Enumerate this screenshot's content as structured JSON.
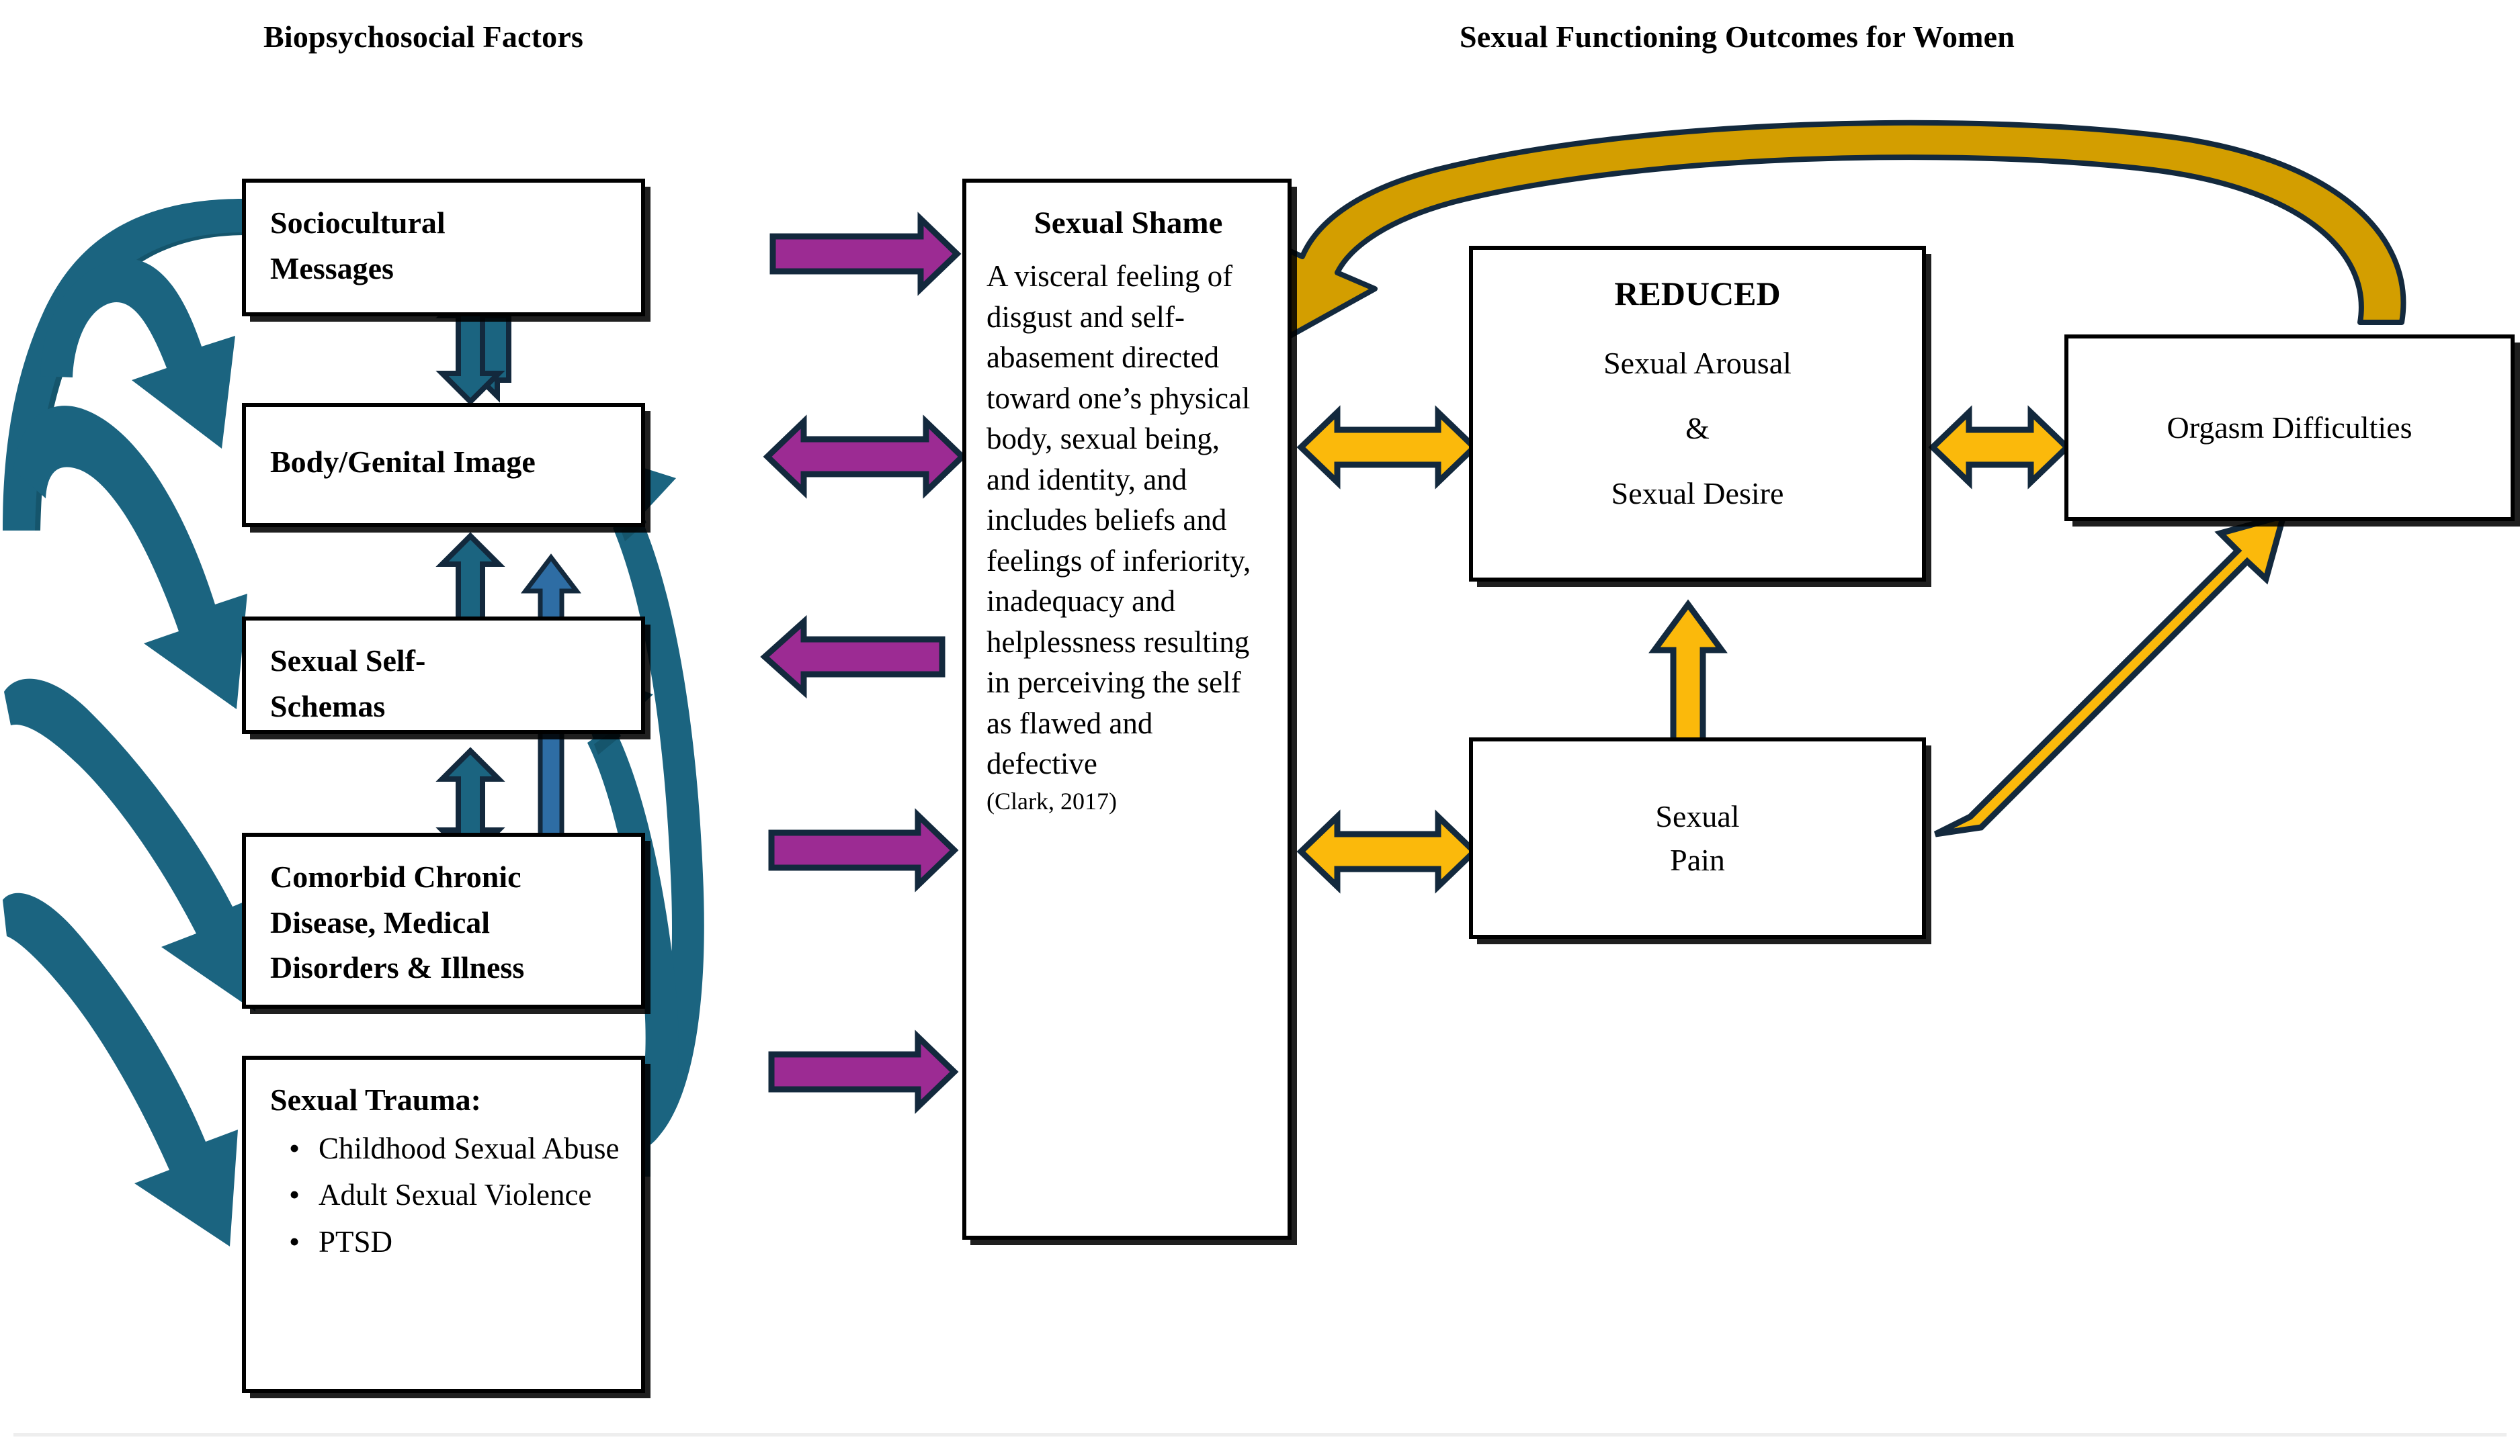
{
  "headings": {
    "left": "Biopsychosocial Factors",
    "right": "Sexual Functioning Outcomes for Women"
  },
  "colors": {
    "teal_arrow": "#1B6480",
    "blue_arrow": "#2E6DA4",
    "purple_arrow": "#9C2B93",
    "yellow_arrow": "#FBB90B",
    "gold_arc": "#D39E00",
    "arrow_outline": "#13293D",
    "box_border": "#000000",
    "divider": "#EEEEEE"
  },
  "left_boxes": [
    {
      "id": "sociocultural",
      "title": "Sociocultural",
      "title2": "Messages"
    },
    {
      "id": "body-image",
      "title": "Body/Genital Image",
      "title2": ""
    },
    {
      "id": "self-schemas",
      "title": "Sexual Self-",
      "title2": "Schemas"
    },
    {
      "id": "comorbid",
      "title": "Comorbid Chronic",
      "title2": "Disease, Medical",
      "title3": "Disorders & Illness"
    },
    {
      "id": "trauma",
      "title": "Sexual Trauma:",
      "bullets": [
        "Childhood Sexual Abuse",
        "Adult Sexual Violence",
        "PTSD"
      ]
    }
  ],
  "center_box": {
    "heading": "Sexual Shame",
    "body": "A visceral feeling of disgust and self-abasement directed toward one’s physical body, sexual being, and identity, and includes beliefs and feelings of inferiority, inadequacy and helplessness resulting in perceiving the self as flawed and defective",
    "citation": "(Clark, 2017)"
  },
  "right_boxes": {
    "reduced": {
      "heading": "REDUCED",
      "line1": "Sexual Arousal",
      "amp": "&",
      "line2": "Sexual Desire"
    },
    "orgasm": {
      "label": "Orgasm Difficulties"
    },
    "pain": {
      "line1": "Sexual",
      "line2": "Pain"
    }
  },
  "connectors": [
    {
      "name": "teal-arc-sociocultural-to-four-boxes",
      "color": "#1B6480",
      "direction": "one-way-split"
    },
    {
      "name": "teal-arc-trauma-to-two-boxes",
      "color": "#1B6480",
      "direction": "one-way-split"
    },
    {
      "name": "blue-double-sociocultural-bodyimage",
      "color": "#1B6480",
      "direction": "bidirectional"
    },
    {
      "name": "blue-double-bodyimage-selfschemas",
      "color": "#1B6480",
      "direction": "bidirectional"
    },
    {
      "name": "blue-double-selfschemas-comorbid",
      "color": "#1B6480",
      "direction": "bidirectional"
    },
    {
      "name": "blue-long-comorbid-to-bodyimage",
      "color": "#2E6DA4",
      "direction": "up"
    },
    {
      "name": "purple-sociocultural-to-shame",
      "color": "#9C2B93",
      "direction": "right"
    },
    {
      "name": "purple-bodyimage-shame",
      "color": "#9C2B93",
      "direction": "bidirectional"
    },
    {
      "name": "purple-shame-to-selfschemas",
      "color": "#9C2B93",
      "direction": "left"
    },
    {
      "name": "purple-comorbid-to-shame",
      "color": "#9C2B93",
      "direction": "right"
    },
    {
      "name": "purple-trauma-to-shame",
      "color": "#9C2B93",
      "direction": "right"
    },
    {
      "name": "yellow-shame-reduced",
      "color": "#FBB90B",
      "direction": "bidirectional"
    },
    {
      "name": "yellow-reduced-orgasm",
      "color": "#FBB90B",
      "direction": "bidirectional"
    },
    {
      "name": "yellow-shame-pain",
      "color": "#FBB90B",
      "direction": "bidirectional"
    },
    {
      "name": "yellow-pain-to-reduced",
      "color": "#FBB90B",
      "direction": "up"
    },
    {
      "name": "yellow-diagonal-pain-to-orgasm",
      "color": "#FBB90B",
      "direction": "up-right"
    },
    {
      "name": "gold-arc-orgasm-to-shame",
      "color": "#D39E00",
      "direction": "left"
    }
  ]
}
